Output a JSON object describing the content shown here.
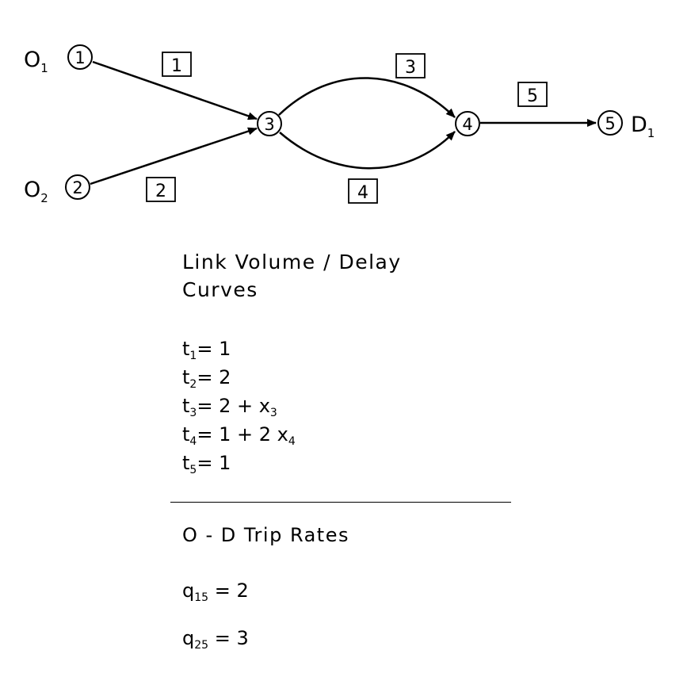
{
  "network": {
    "nodes": [
      {
        "id": "1",
        "label": "1",
        "tag": "O",
        "tag_sub": "1"
      },
      {
        "id": "2",
        "label": "2",
        "tag": "O",
        "tag_sub": "2"
      },
      {
        "id": "3",
        "label": "3"
      },
      {
        "id": "4",
        "label": "4"
      },
      {
        "id": "5",
        "label": "5",
        "tag": "D",
        "tag_sub": "1"
      }
    ],
    "links": [
      {
        "id": "1",
        "label": "1",
        "from": "1",
        "to": "3"
      },
      {
        "id": "2",
        "label": "2",
        "from": "2",
        "to": "3"
      },
      {
        "id": "3",
        "label": "3",
        "from": "3",
        "to": "4"
      },
      {
        "id": "4",
        "label": "4",
        "from": "3",
        "to": "4"
      },
      {
        "id": "5",
        "label": "5",
        "from": "4",
        "to": "5"
      }
    ]
  },
  "delay_curves": {
    "heading_line1": "Link Volume / Delay",
    "heading_line2": "Curves",
    "formulas": [
      {
        "var": "t",
        "sub": "1",
        "expr": "= 1"
      },
      {
        "var": "t",
        "sub": "2",
        "expr": "= 2"
      },
      {
        "var": "t",
        "sub": "3",
        "expr": "= 2 + x",
        "expr_sub": "3"
      },
      {
        "var": "t",
        "sub": "4",
        "expr": "= 1 + 2 x",
        "expr_sub": "4"
      },
      {
        "var": "t",
        "sub": "5",
        "expr": "= 1"
      }
    ]
  },
  "od_rates": {
    "heading": "O - D  Trip  Rates",
    "rates": [
      {
        "var": "q",
        "sub": "15",
        "expr": "= 2"
      },
      {
        "var": "q",
        "sub": "25",
        "expr": "= 3"
      }
    ]
  }
}
